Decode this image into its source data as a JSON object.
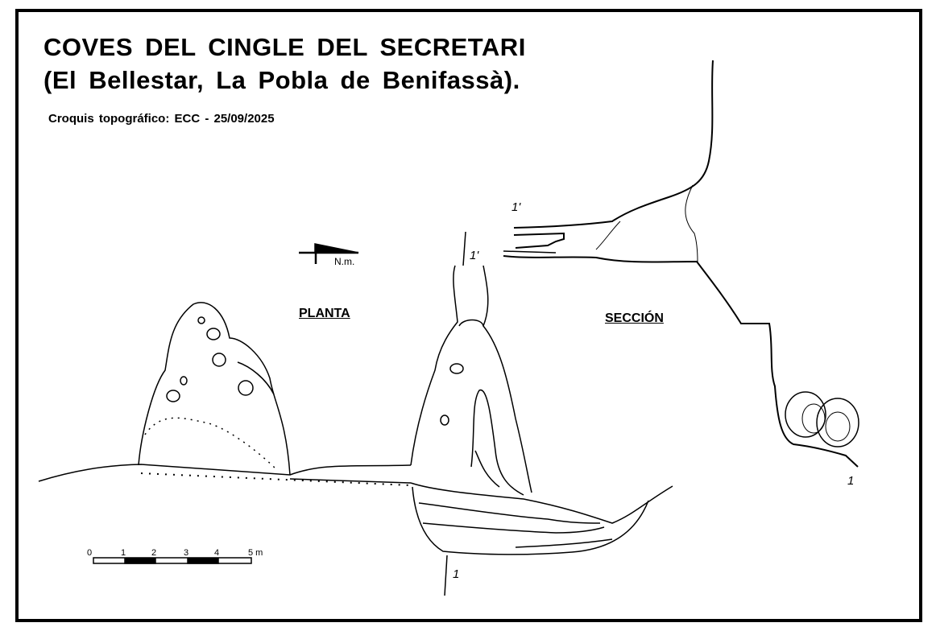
{
  "title_line1": "COVES DEL CINGLE DEL SECRETARI",
  "title_line2": "(El Bellestar, La Pobla de Benifassà).",
  "credit": "Croquis topográfico:  ECC   -   25/09/2025",
  "north_label": "N.m.",
  "plan_label": "PLANTA",
  "section_label": "SECCIÓN",
  "section_marks": {
    "upper": "1'",
    "lower": "1",
    "section_top": "1'",
    "section_bottom": "1"
  },
  "scale_bar": {
    "ticks": [
      "0",
      "1",
      "2",
      "3",
      "4",
      "5 m"
    ]
  },
  "colors": {
    "ink": "#000000",
    "paper": "#ffffff"
  }
}
